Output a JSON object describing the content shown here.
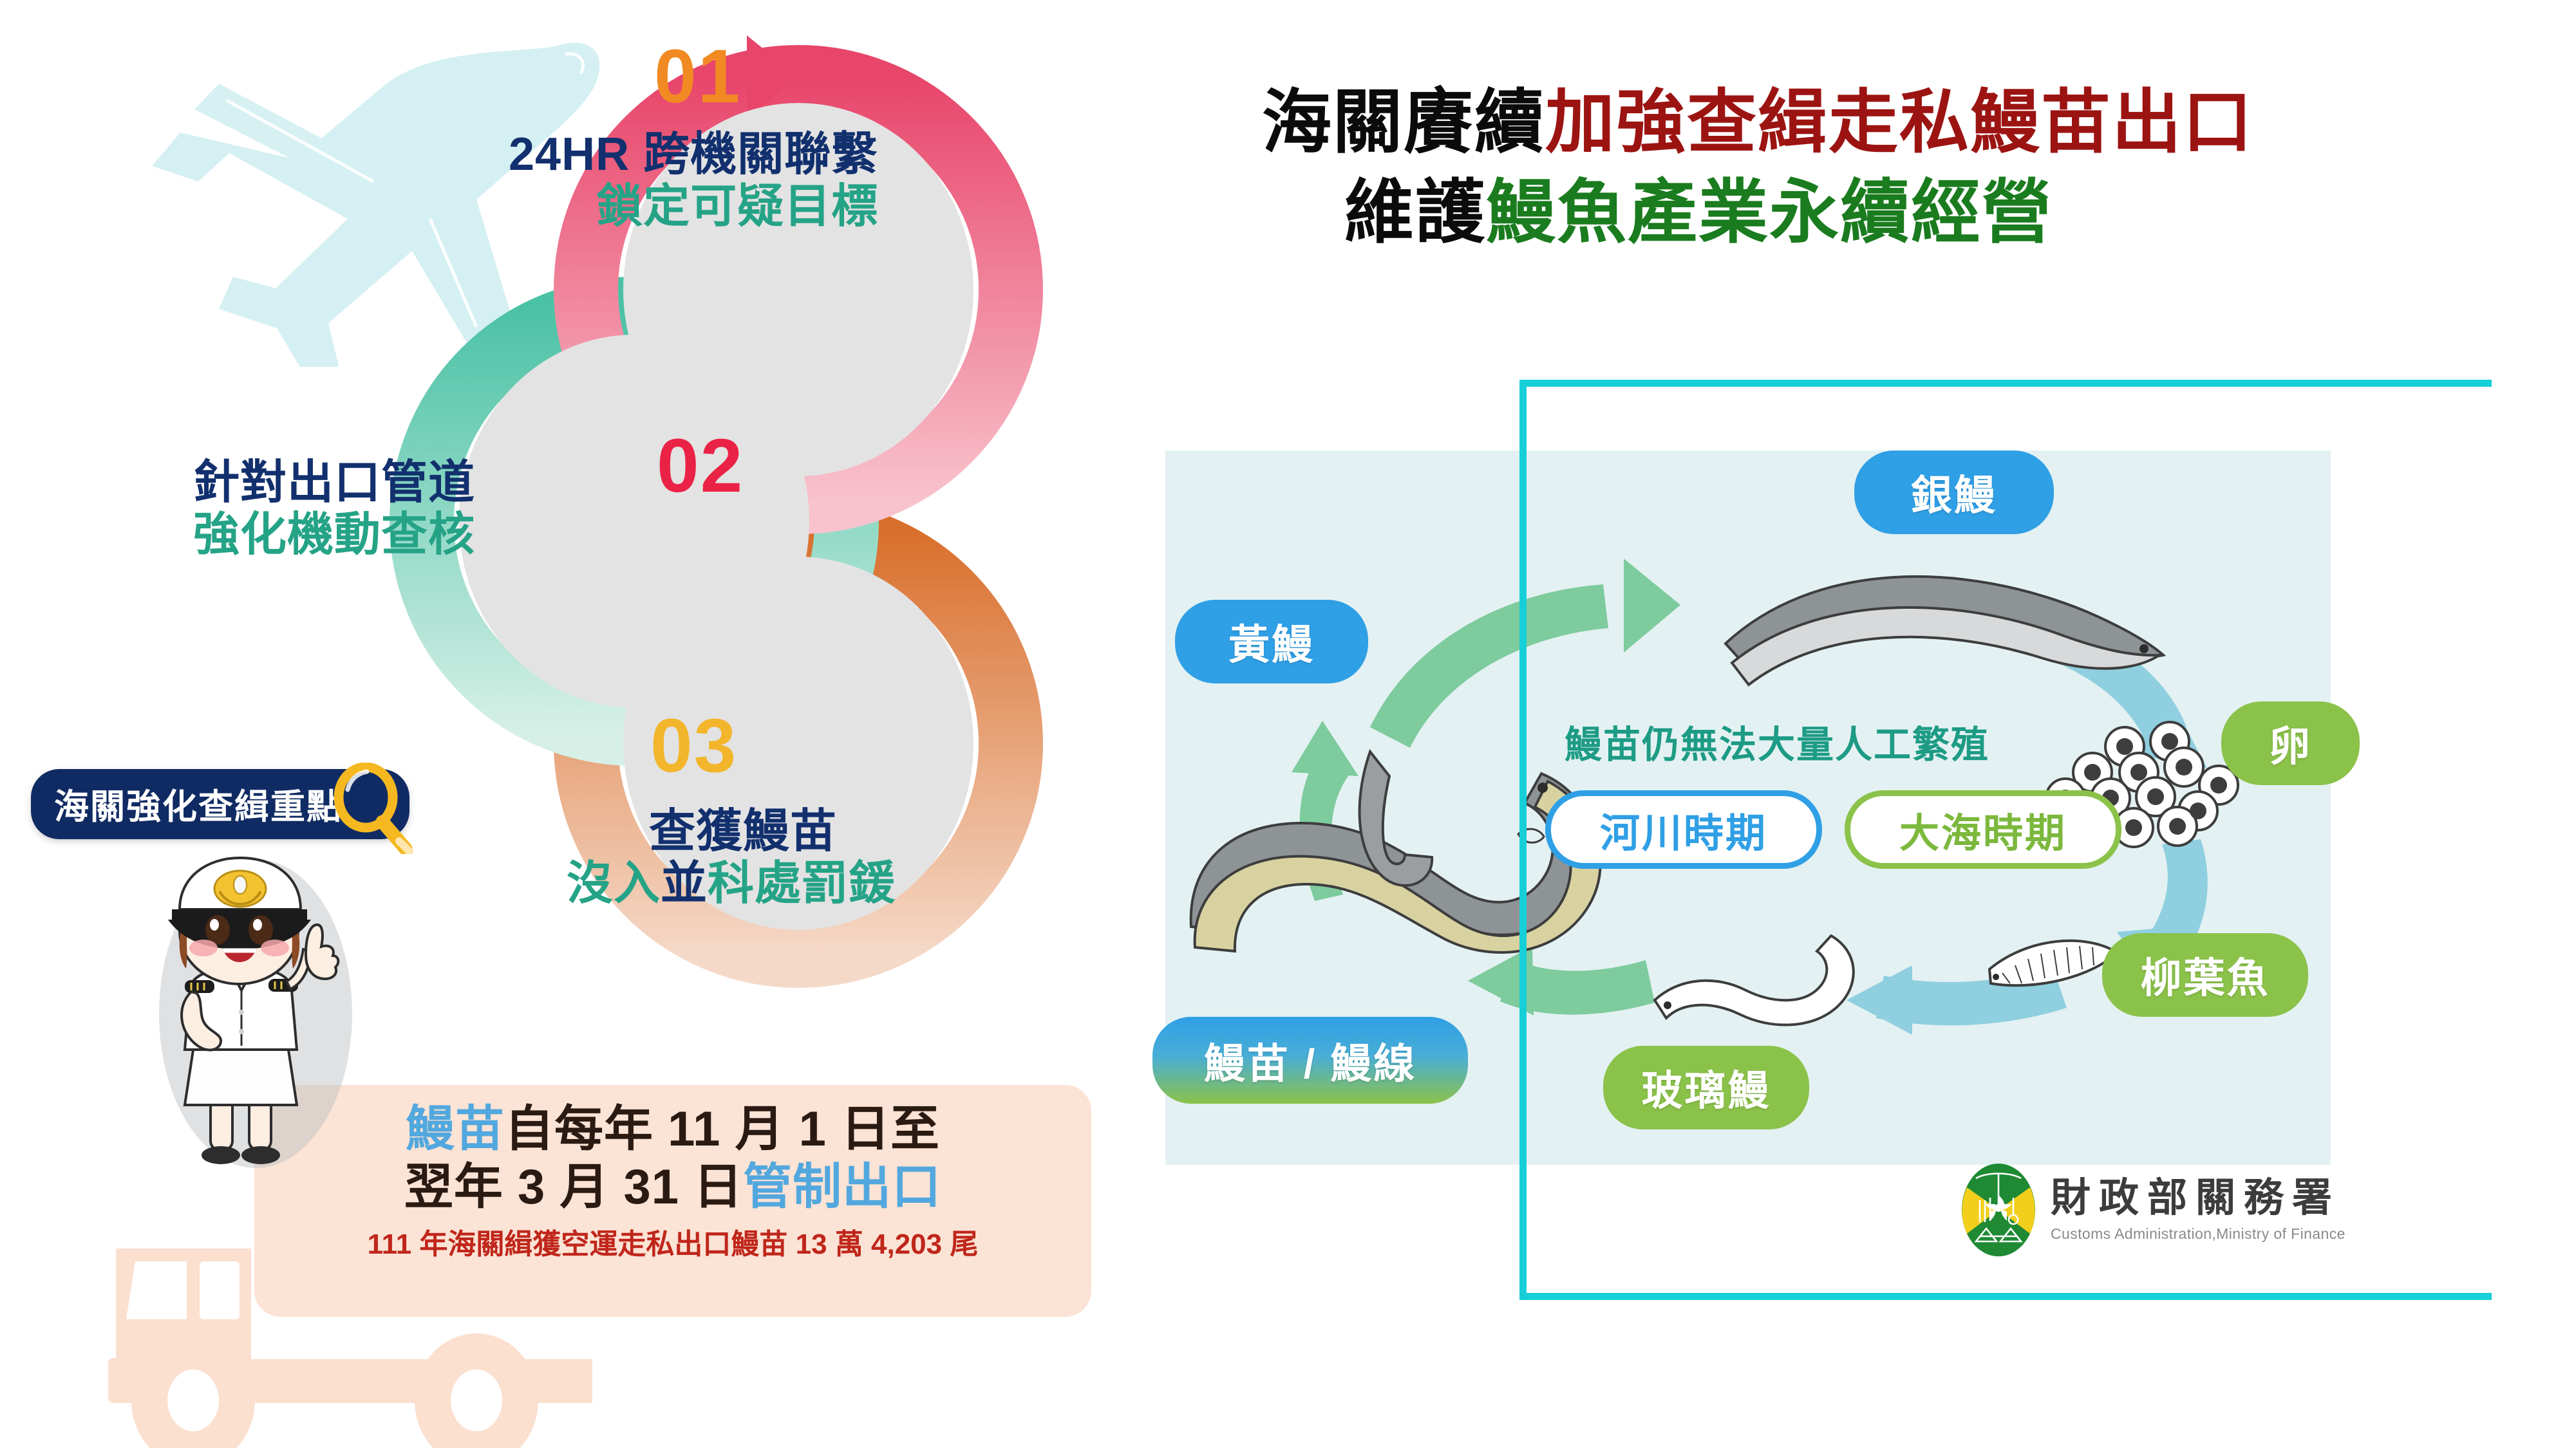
{
  "headline": {
    "line1_black": "海關賡續",
    "line1_red": "加強查緝走私鰻苗出口",
    "line2_black": "維護",
    "line2_green": "鰻魚產業永續經營"
  },
  "steps": [
    {
      "number": "01",
      "number_color": "#f18a22",
      "line_navy": "24HR 跨機關聯繫",
      "line_teal": "鎖定可疑目標",
      "ring_color": "#e8456a"
    },
    {
      "number": "02",
      "number_color": "#ea2346",
      "line_navy": "針對出口管道",
      "line_teal": "強化機動查核",
      "ring_color": "#4cc2a5"
    },
    {
      "number": "03",
      "number_color": "#f3b52b",
      "line_navy": "查獲鰻苗",
      "line_teal_a": "沒入",
      "line_navy_b": "並",
      "line_teal_b": "科處罰鍰",
      "ring_color": "#dd7333"
    }
  ],
  "focus_badge": {
    "label": "海關強化查緝重點",
    "icon": "magnifier-icon",
    "bg": "#102b63",
    "icon_color": "#f5b821"
  },
  "info_panel": {
    "line1_hl": "鰻苗",
    "line1_rest": "自每年 11 月 1 日至",
    "line2_rest": "翌年 3 月 31 日",
    "line2_hl": "管制出口",
    "note": "111 年海關緝獲空運走私出口鰻苗 13 萬 4,203 尾",
    "bg": "#fbe3d5",
    "note_color": "#c0261b",
    "highlight_color": "#52a8de"
  },
  "lifecycle": {
    "center_note": "鰻苗仍無法大量人工繁殖",
    "stages": [
      {
        "label": "銀鰻",
        "style": "blue"
      },
      {
        "label": "卵",
        "style": "green"
      },
      {
        "label": "柳葉魚",
        "style": "green"
      },
      {
        "label": "玻璃鰻",
        "style": "green"
      },
      {
        "label": "鰻苗 / 鰻線",
        "style": "gradient"
      },
      {
        "label": "黃鰻",
        "style": "blue"
      }
    ],
    "periods": [
      {
        "label": "河川時期",
        "color": "#2f9fe6"
      },
      {
        "label": "大海時期",
        "color": "#8bc24a"
      }
    ],
    "frame_color": "#17cfd8",
    "panel_bg": "#e3f1f2"
  },
  "logo": {
    "name_cn": "財政部關務署",
    "name_en": "Customs Administration,Ministry of Finance",
    "emblem": "customs-emblem-icon"
  },
  "decor": {
    "airplane": "airplane-icon",
    "truck": "truck-icon",
    "airplane_color": "#d5f0f2",
    "truck_color": "#fbdfcf"
  }
}
